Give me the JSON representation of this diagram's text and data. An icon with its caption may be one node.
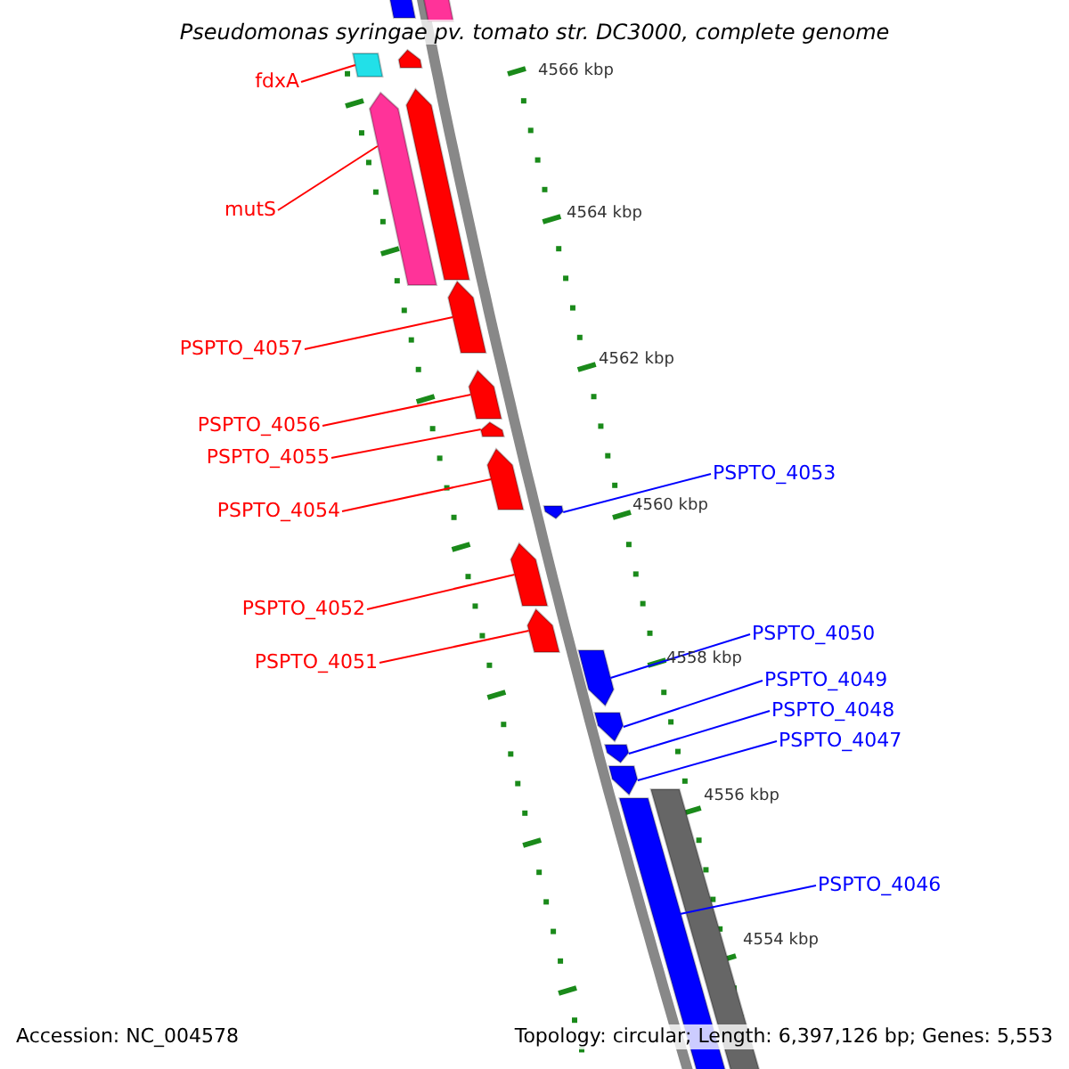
{
  "diagram": {
    "title": "Pseudomonas syringae pv. tomato str. DC3000, complete genome",
    "nodes": [
      {
        "text": [
          "fdxA"
        ]
      },
      {
        "text": [],
        "shape": "box"
      },
      {
        "text": [
          "mutS"
        ]
      },
      {
        "text": [],
        "shape": "arrow"
      },
      {
        "text": [
          "PSPTO_4057"
        ]
      },
      {
        "text": [],
        "shape": "arrow"
      },
      {
        "text": [
          "PSPTO_4056"
        ]
      },
      {
        "text": [],
        "shape": "arrow"
      },
      {
        "text": [
          "PSPTO_4055"
        ]
      },
      {
        "text": [],
        "shape": "arrow"
      },
      {
        "text": [
          "PSPTO_4054"
        ]
      },
      {
        "text": [],
        "shape": "arrow"
      },
      {
        "text": [
          "PSPTO_4052"
        ]
      },
      {
        "text": [],
        "shape": "arrow"
      },
      {
        "text": [
          "PSPTO_4051"
        ]
      },
      {
        "text": [],
        "shape": "arrow"
      },
      {
        "text": [
          "PSPTO_4053"
        ]
      },
      {
        "text": [],
        "shape": "arrow"
      },
      {
        "text": [
          "PSPTO_4050"
        ]
      },
      {
        "text": [],
        "shape": "arrow"
      },
      {
        "text": [
          "PSPTO_4049"
        ]
      },
      {
        "text": [],
        "shape": "arrow"
      },
      {
        "text": [
          "PSPTO_4048"
        ]
      },
      {
        "text": [],
        "shape": "arrow"
      },
      {
        "text": [
          "PSPTO_4047"
        ]
      },
      {
        "text": [],
        "shape": "arrow"
      },
      {
        "text": [
          "PSPTO_4046"
        ]
      },
      {
        "text": [],
        "shape": "arrow"
      },
      {
        "text": [],
        "shape": "box"
      },
      {
        "text": [],
        "shape": "box"
      },
      {
        "text": [],
        "shape": "arrow"
      },
      {
        "text": [],
        "shape": "arrow"
      },
      {
        "text": [],
        "shape": "box"
      }
    ],
    "edges": [
      {
        "from": 0,
        "to": 1,
        "arrow": "none"
      },
      {
        "from": 2,
        "to": 3,
        "arrow": "none"
      },
      {
        "from": 4,
        "to": 5,
        "arrow": "none"
      },
      {
        "from": 6,
        "to": 7,
        "arrow": "none"
      },
      {
        "from": 8,
        "to": 9,
        "arrow": "none"
      },
      {
        "from": 10,
        "to": 11,
        "arrow": "none"
      },
      {
        "from": 12,
        "to": 13,
        "arrow": "none"
      },
      {
        "from": 14,
        "to": 15,
        "arrow": "none"
      },
      {
        "from": 16,
        "to": 17,
        "arrow": "none",
        "color": "#0000ff"
      },
      {
        "from": 18,
        "to": 19,
        "arrow": "none",
        "color": "#0000ff"
      },
      {
        "from": 20,
        "to": 21,
        "arrow": "none",
        "color": "#0000ff"
      },
      {
        "from": 22,
        "to": 23,
        "arrow": "none",
        "color": "#0000ff"
      },
      {
        "from": 24,
        "to": 25,
        "arrow": "none",
        "color": "#0000ff"
      },
      {
        "from": 26,
        "to": 27,
        "arrow": "none",
        "color": "#0000ff"
      }
    ],
    "labels": [
      "4566 kbp",
      "4564 kbp",
      "4562 kbp",
      "4560 kbp",
      "4558 kbp",
      "4556 kbp",
      "4554 kbp",
      "Accession: NC_004578",
      "Topology: circular; Length: 6,397,126 bp; Genes: 5,553"
    ]
  }
}
